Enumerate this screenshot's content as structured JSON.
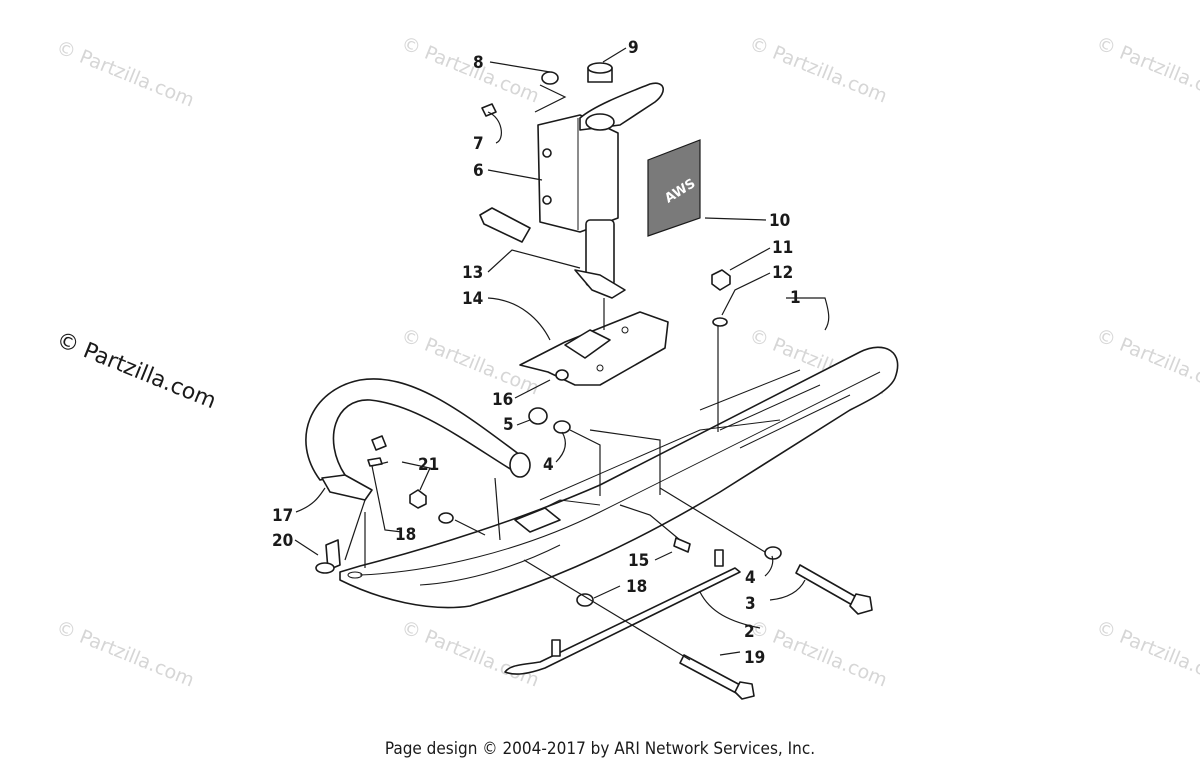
{
  "watermarks": {
    "tile_text": "© Partzilla.com",
    "main_text": "© Partzilla.com"
  },
  "decal": {
    "text": "AWS"
  },
  "callouts": [
    "1",
    "2",
    "3",
    "4",
    "4",
    "5",
    "6",
    "7",
    "8",
    "9",
    "10",
    "11",
    "12",
    "13",
    "14",
    "15",
    "16",
    "17",
    "18",
    "18",
    "19",
    "20",
    "21"
  ],
  "footer": {
    "text": "Page design © 2004-2017 by ARI Network Services, Inc."
  }
}
